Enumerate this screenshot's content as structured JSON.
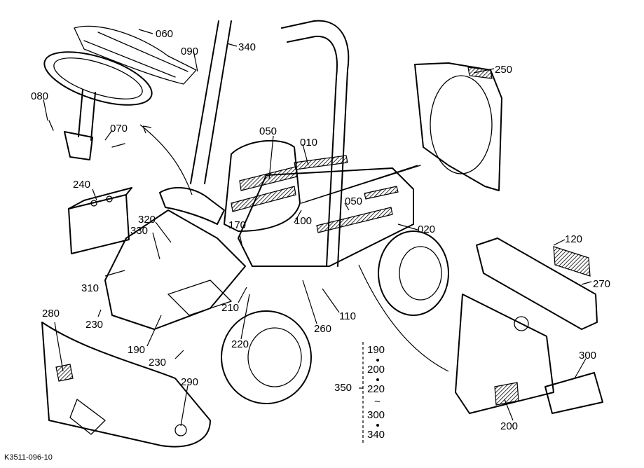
{
  "diagram_code": "K3511-096-10",
  "callouts": {
    "p060": "060",
    "p090": "090",
    "p340": "340",
    "p080": "080",
    "p070": "070",
    "p250": "250",
    "p050a": "050",
    "p010": "010",
    "p240": "240",
    "p050b": "050",
    "p320": "320",
    "p330": "330",
    "p170": "170",
    "p100": "100",
    "p020": "020",
    "p120": "120",
    "p310": "310",
    "p270": "270",
    "p210": "210",
    "p280": "280",
    "p230a": "230",
    "p110": "110",
    "p260": "260",
    "p220": "220",
    "p190": "190",
    "p230b": "230",
    "p300": "300",
    "p350": "350",
    "p290": "290",
    "p200": "200"
  },
  "group_350": [
    "190",
    "200",
    "220",
    "~",
    "300",
    "340"
  ],
  "colors": {
    "ink": "#000000",
    "paper": "#ffffff"
  }
}
